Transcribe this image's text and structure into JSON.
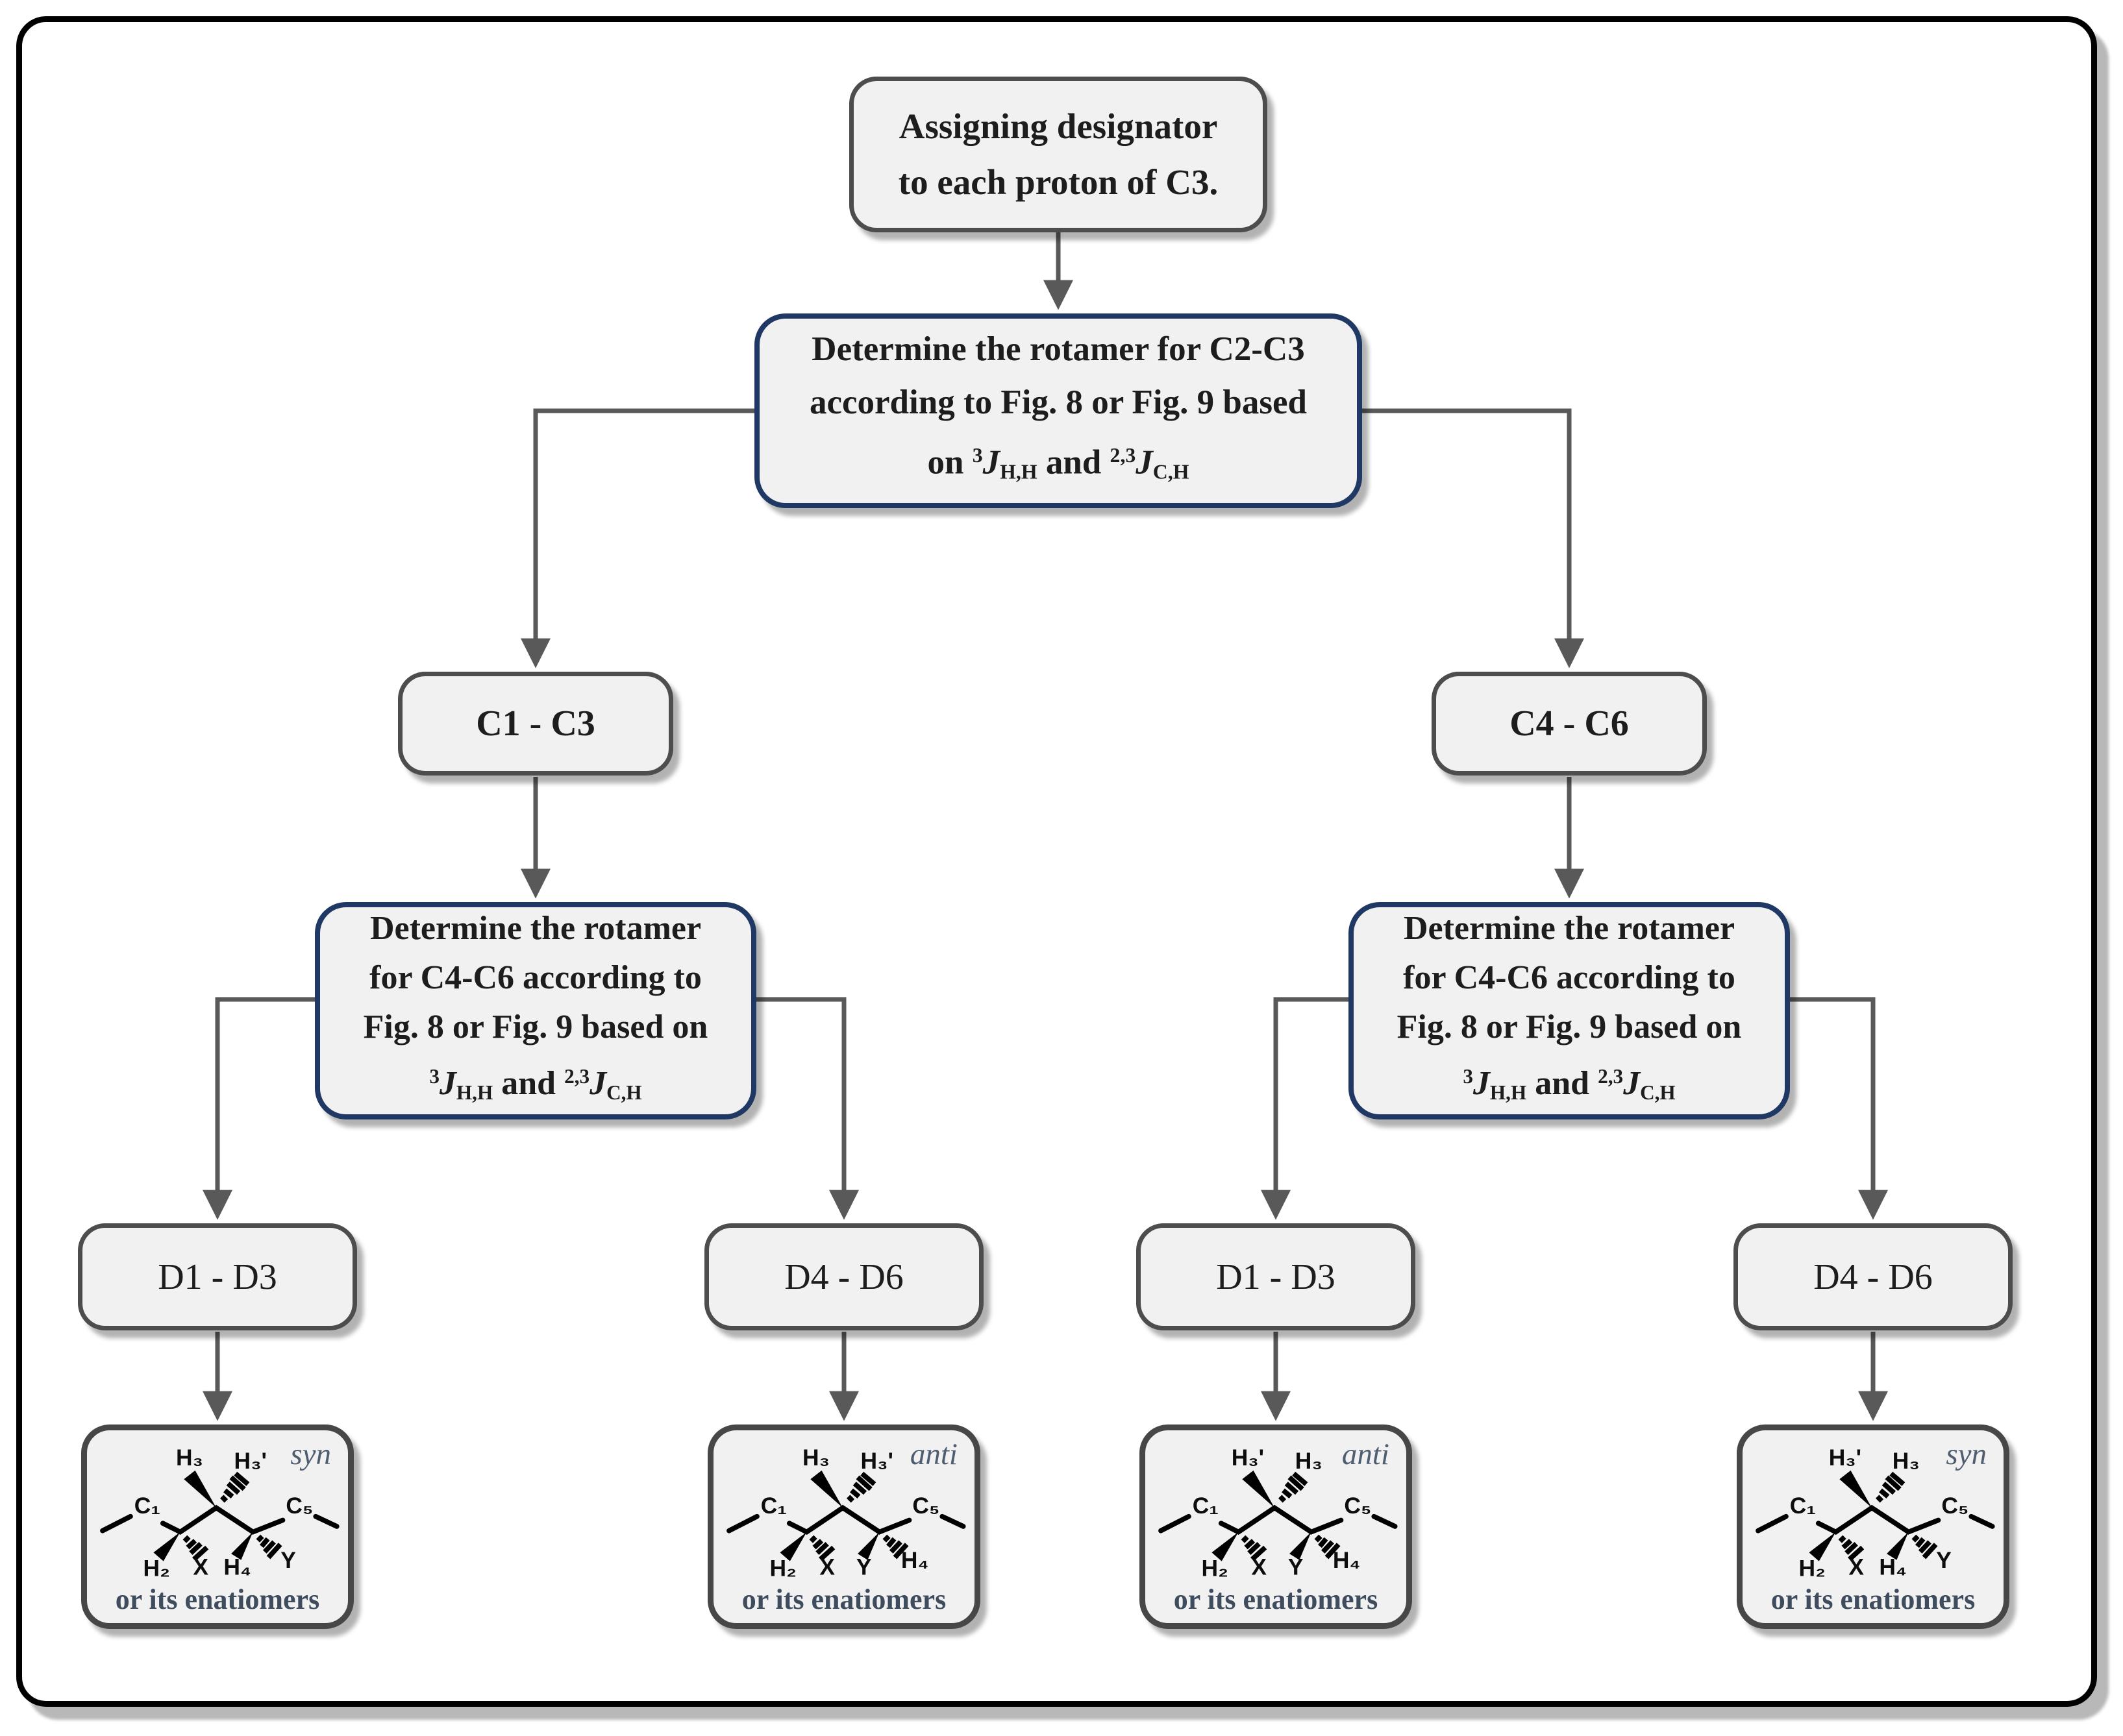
{
  "colors": {
    "navy_accent": "#203864",
    "gray_border": "#4d4d4d",
    "connector_gray": "#595959",
    "box_fill": "#f1f1f1",
    "stereo_tag": "#4e5d70",
    "note_slate": "#3e4c5e"
  },
  "nodes": {
    "start": {
      "line1": "Assigning designator",
      "line2": "to each proton of C3."
    },
    "root": {
      "line1": "Determine the rotamer for C2-C3",
      "line2": "according to Fig. 8 or Fig. 9 based",
      "f_pre": "on ",
      "f_sup1": "3",
      "f_j1": "J",
      "f_sub1": "H,H",
      "f_mid": " and ",
      "f_sup2": "2,3",
      "f_j2": "J",
      "f_sub2": "C,H"
    },
    "branch_left": {
      "label": "C1 - C3"
    },
    "branch_right": {
      "label": "C4 - C6"
    },
    "rot_left": {
      "line1": "Determine the rotamer",
      "line2": "for C4-C6 according to",
      "line3": "Fig. 8 or Fig. 9 based on",
      "f_sup1": "3",
      "f_j1": "J",
      "f_sub1": "H,H",
      "f_mid": " and ",
      "f_sup2": "2,3",
      "f_j2": "J",
      "f_sub2": "C,H"
    },
    "rot_right": {
      "line1": "Determine the rotamer",
      "line2": "for C4-C6 according to",
      "line3": "Fig. 8 or Fig. 9 based on",
      "f_sup1": "3",
      "f_j1": "J",
      "f_sub1": "H,H",
      "f_mid": " and ",
      "f_sup2": "2,3",
      "f_j2": "J",
      "f_sub2": "C,H"
    },
    "d1": {
      "label": "D1 - D3"
    },
    "d2": {
      "label": "D4 - D6"
    },
    "d3": {
      "label": "D1 - D3"
    },
    "d4": {
      "label": "D4 - D6"
    }
  },
  "molecules": [
    {
      "tag": "syn",
      "top_left": "H₃",
      "top_right": "H₃'",
      "c1": "C₁",
      "c5": "C₅",
      "bl1": "H₂",
      "bl2": "X",
      "c4_left": "H₄",
      "c4_right": "Y",
      "note": "or its enatiomers"
    },
    {
      "tag": "anti",
      "top_left": "H₃",
      "top_right": "H₃'",
      "c1": "C₁",
      "c5": "C₅",
      "bl1": "H₂",
      "bl2": "X",
      "c4_left": "Y",
      "c4_right": "H₄",
      "note": "or its enatiomers"
    },
    {
      "tag": "anti",
      "top_left": "H₃'",
      "top_right": "H₃",
      "c1": "C₁",
      "c5": "C₅",
      "bl1": "H₂",
      "bl2": "X",
      "c4_left": "Y",
      "c4_right": "H₄",
      "note": "or its enatiomers"
    },
    {
      "tag": "syn",
      "top_left": "H₃'",
      "top_right": "H₃",
      "c1": "C₁",
      "c5": "C₅",
      "bl1": "H₂",
      "bl2": "X",
      "c4_left": "H₄",
      "c4_right": "Y",
      "note": "or its enatiomers"
    }
  ]
}
